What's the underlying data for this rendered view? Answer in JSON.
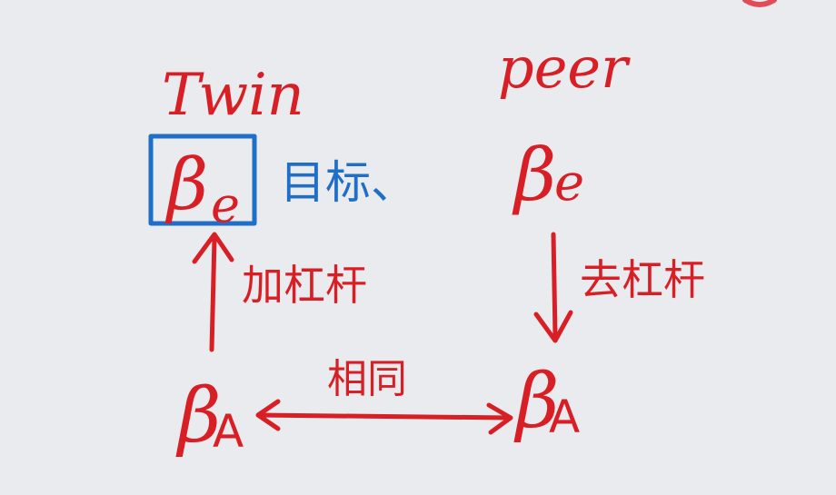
{
  "colors": {
    "background": "#e9ebef",
    "ink_red": "#d81f26",
    "ink_blue": "#1f6fc8",
    "corner_mark": "#e24b5a"
  },
  "left_column": {
    "heading": "Twin",
    "beta_e": {
      "beta": "β",
      "sub": "e"
    },
    "target_note": "目标、",
    "arrow_label": "加杠杆",
    "beta_a": {
      "beta": "β",
      "sub": "A"
    }
  },
  "right_column": {
    "heading": "peer",
    "beta_e": {
      "beta": "β",
      "sub": "e"
    },
    "arrow_label": "去杠杆",
    "beta_a": {
      "beta": "β",
      "sub": "A"
    }
  },
  "connector": {
    "label": "相同"
  }
}
